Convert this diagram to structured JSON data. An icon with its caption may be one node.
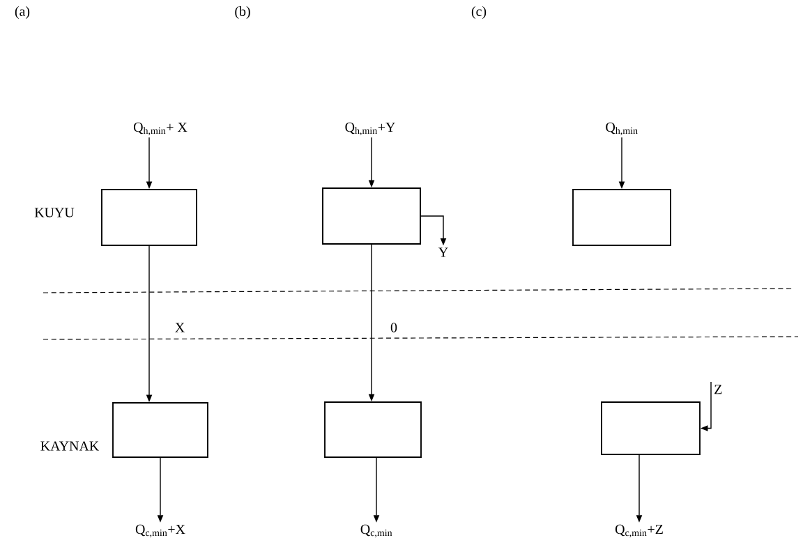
{
  "diagram": {
    "nodes": [
      {
        "text": [
          "Q$_{h,min}$+ X"
        ]
      },
      {
        "text": [
          "Q$_{h,min}$+Y"
        ]
      },
      {
        "text": [
          "Q$_{h,min}$"
        ]
      },
      {
        "text": [],
        "shape": "box"
      },
      {
        "text": [],
        "shape": "box"
      },
      {
        "text": [],
        "shape": "box"
      },
      {
        "text": [
          "Y"
        ]
      },
      {
        "text": [],
        "shape": "box"
      },
      {
        "text": [],
        "shape": "box"
      },
      {
        "text": [
          "Z"
        ]
      },
      {
        "text": [],
        "shape": "box"
      },
      {
        "text": [
          "Q$_{c,min}$+X"
        ]
      },
      {
        "text": [
          "Q$_{c,min}$"
        ]
      },
      {
        "text": [
          "Q$_{c,min}$+Z"
        ]
      }
    ],
    "edges": [
      {
        "from": 0,
        "to": 3,
        "arrow": "to"
      },
      {
        "from": 1,
        "to": 4,
        "arrow": "to"
      },
      {
        "from": 2,
        "to": 5,
        "arrow": "to"
      },
      {
        "from": 4,
        "to": 6,
        "arrow": "to"
      },
      {
        "from": 3,
        "to": 7,
        "arrow": "to",
        "label": "X"
      },
      {
        "from": 4,
        "to": 8,
        "arrow": "to",
        "label": "0"
      },
      {
        "from": 9,
        "to": 10,
        "arrow": "to"
      },
      {
        "from": 7,
        "to": 11,
        "arrow": "to"
      },
      {
        "from": 8,
        "to": 12,
        "arrow": "to"
      },
      {
        "from": 10,
        "to": 13,
        "arrow": "to"
      }
    ],
    "labels": [
      "(a)",
      "(b)",
      "(c)",
      "KUYU",
      "KAYNAK"
    ]
  }
}
